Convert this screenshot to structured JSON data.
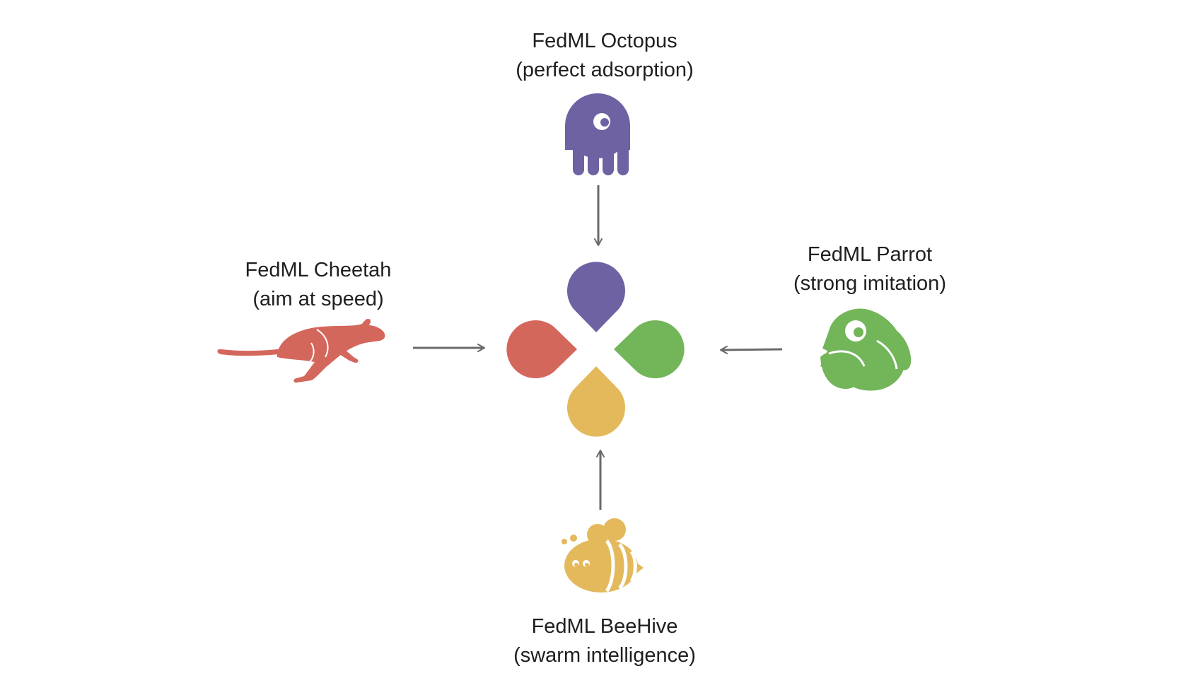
{
  "modules": {
    "octopus": {
      "name": "FedML Octopus",
      "tagline": "(perfect adsorption)",
      "color": "#6e62a3",
      "icon": "octopus-icon"
    },
    "cheetah": {
      "name": "FedML Cheetah",
      "tagline": "(aim at speed)",
      "color": "#d4675c",
      "icon": "cheetah-icon"
    },
    "parrot": {
      "name": "FedML Parrot",
      "tagline": "(strong imitation)",
      "color": "#73b65a",
      "icon": "parrot-icon"
    },
    "beehive": {
      "name": "FedML BeeHive",
      "tagline": "(swarm intelligence)",
      "color": "#e3b95c",
      "icon": "bee-icon"
    }
  },
  "center": {
    "icon": "fedml-logo-icon"
  },
  "arrow_color": "#6a6a6a"
}
